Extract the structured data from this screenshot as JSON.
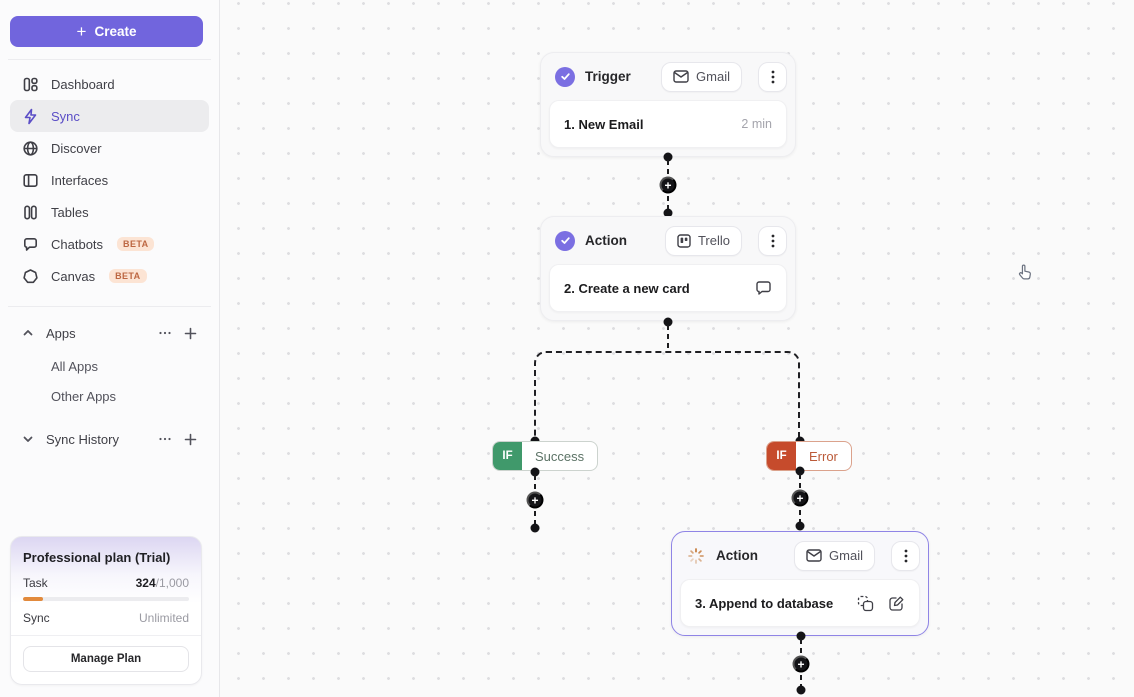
{
  "sidebar": {
    "create_label": "Create",
    "icons": {
      "plus": "+"
    },
    "nav": [
      {
        "label": "Dashboard"
      },
      {
        "label": "Sync",
        "active": true
      },
      {
        "label": "Discover"
      },
      {
        "label": "Interfaces"
      },
      {
        "label": "Tables"
      },
      {
        "label": "Chatbots",
        "badge": "BETA"
      },
      {
        "label": "Canvas",
        "badge": "BETA"
      }
    ],
    "sections": [
      {
        "label": "Apps",
        "expanded": true,
        "children": [
          "All Apps",
          "Other Apps"
        ]
      },
      {
        "label": "Sync History",
        "expanded": false
      }
    ],
    "plan_card": {
      "title": "Professional plan (Trial)",
      "task_label": "Task",
      "task_used": "324",
      "task_total": "/1,000",
      "task_progress_pct": 12,
      "sync_label": "Sync",
      "sync_value": "Unlimited",
      "manage_button": "Manage Plan"
    }
  },
  "canvas": {
    "icons": {
      "plus": "+"
    },
    "nodes": [
      {
        "kind": "Trigger",
        "app": "Gmail",
        "step": "1. New Email",
        "meta": "2 min",
        "status": "done"
      },
      {
        "kind": "Action",
        "app": "Trello",
        "step": "2. Create a new card",
        "status": "done"
      },
      {
        "kind": "Action",
        "app": "Gmail",
        "step": "3. Append to database",
        "status": "loading",
        "selected": true
      }
    ],
    "branches": [
      {
        "if_label": "IF",
        "value": "Success"
      },
      {
        "if_label": "IF",
        "value": "Error"
      }
    ]
  },
  "colors": {
    "accent_purple": "#7165dd",
    "check_purple": "#7b6fe2",
    "selected_border": "#8f84e6",
    "success_green": "#40996b",
    "error_red": "#c64b2c",
    "progress_orange": "#e28a3c",
    "beta_badge_bg": "#fce4d4",
    "beta_badge_text": "#bd6742"
  }
}
